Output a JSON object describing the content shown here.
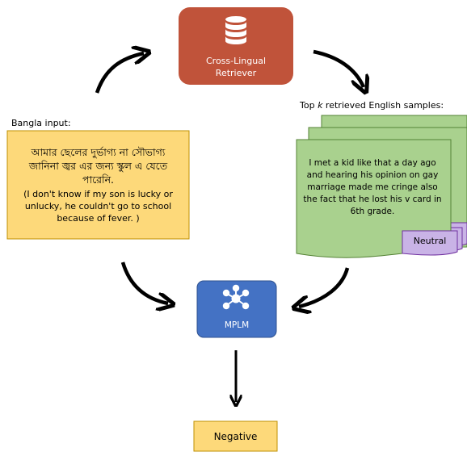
{
  "retriever": {
    "label_line1": "Cross-Lingual",
    "label_line2": "Retriever",
    "icon": "database-icon",
    "color": "#C0533A"
  },
  "input": {
    "heading": "Bangla input:",
    "bangla_text": "আমার ছেলের দুর্ভাগ্য না সৌভাগ্য জানিনা জ্বর এর জন্য স্কুল এ যেতে পারেনি.",
    "translation": "(I don't know if my son is lucky or unlucky, he couldn't go to school because of fever. )",
    "color": "#FDD97A"
  },
  "retrieved": {
    "heading_prefix": "Top ",
    "heading_k": "k",
    "heading_suffix": " retrieved English samples:",
    "sample_text": "I met a kid like that a day ago and hearing his opinion on gay marriage made me cringe also the fact that he lost his v card in 6th grade.",
    "label": "Neutral",
    "card_color": "#A9D18E",
    "label_color": "#C9B3E6"
  },
  "model": {
    "label": "MPLM",
    "icon": "network-icon",
    "color": "#4472C4"
  },
  "output": {
    "label": "Negative",
    "color": "#FDD97A"
  }
}
